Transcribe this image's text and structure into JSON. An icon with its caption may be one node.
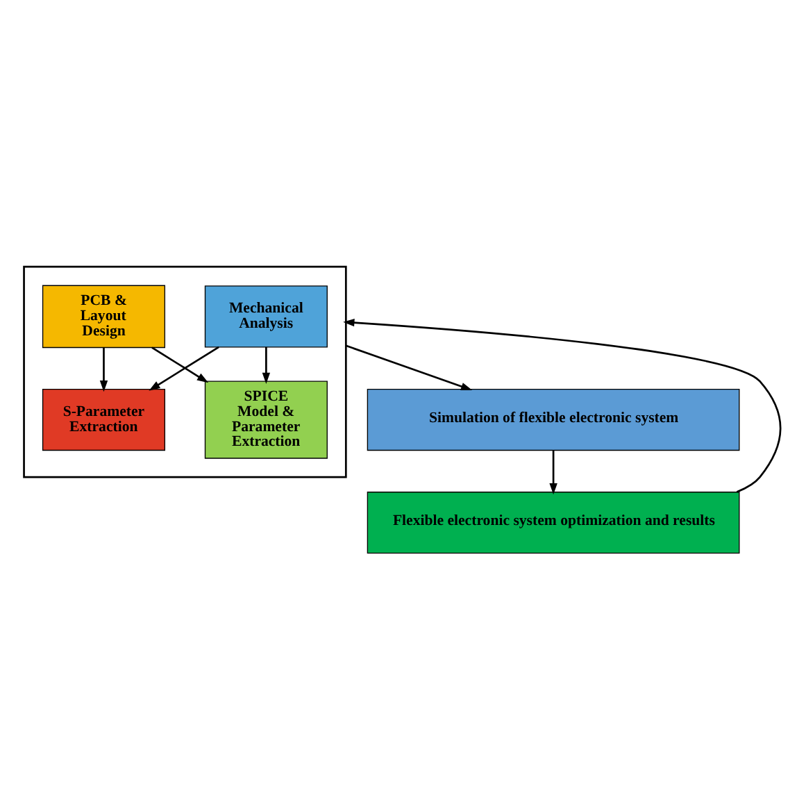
{
  "diagram": {
    "nodes": [
      {
        "text": [],
        "shape": "box"
      },
      {
        "text": [
          "Mechanical Analysis"
        ],
        "in": 0
      },
      {
        "text": [
          "PCB & Layout Design"
        ],
        "in": 0
      },
      {
        "text": [
          "S-Parameter Extraction"
        ],
        "in": 0
      },
      {
        "text": [
          "SPICE Model & Parameter Extraction"
        ],
        "in": 0
      },
      {
        "text": [
          "Simulation of flexible electronic system"
        ]
      },
      {
        "text": [
          "Flexible electronic system optimization and results"
        ]
      }
    ],
    "edges": [
      {
        "from": 1,
        "to": 3,
        "arrow": "to"
      },
      {
        "from": 1,
        "to": 4,
        "arrow": "to"
      },
      {
        "from": 2,
        "to": 3,
        "arrow": "to"
      },
      {
        "from": 2,
        "to": 4,
        "arrow": "to"
      },
      {
        "from": 0,
        "to": 5,
        "arrow": "to"
      },
      {
        "from": 5,
        "to": 6,
        "arrow": "to"
      },
      {
        "from": 6,
        "to": 0,
        "arrow": "to"
      }
    ]
  }
}
